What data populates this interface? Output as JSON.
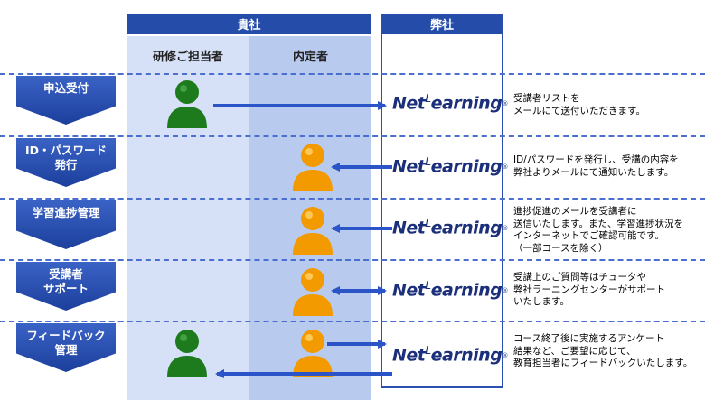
{
  "header": {
    "client": "貴社",
    "us": "弊社"
  },
  "columns": {
    "trainer": "研修ご担当者",
    "hire": "内定者"
  },
  "logo": {
    "net": "Net",
    "l": "L",
    "rest": "earning",
    "reg": "®"
  },
  "steps": [
    {
      "label": "申込受付",
      "desc": [
        "受講者リストを",
        "メールにて送付いただきます。"
      ]
    },
    {
      "label": "ID・パスワード\n発行",
      "desc": [
        "ID/パスワードを発行し、受講の内容を",
        "弊社よりメールにて通知いたします。"
      ]
    },
    {
      "label": "学習進捗管理",
      "desc": [
        "進捗促進のメールを受講者に",
        "送信いたします。また、学習進捗状況を",
        "インターネットでご確認可能です。",
        "（一部コースを除く）"
      ]
    },
    {
      "label": "受講者\nサポート",
      "desc": [
        "受講上のご質問等はチュータや",
        "弊社ラーニングセンターがサポート",
        "いたします。"
      ]
    },
    {
      "label": "フィードバック\n管理",
      "desc": [
        "コース終了後に実施するアンケート",
        "結果など、ご要望に応じて、",
        "教育担当者にフィードバックいたします。"
      ]
    }
  ],
  "colors": {
    "header": "#244ca8",
    "arrow": "#2a54c8",
    "green": "#1d7a1d",
    "orange": "#f29a00"
  }
}
